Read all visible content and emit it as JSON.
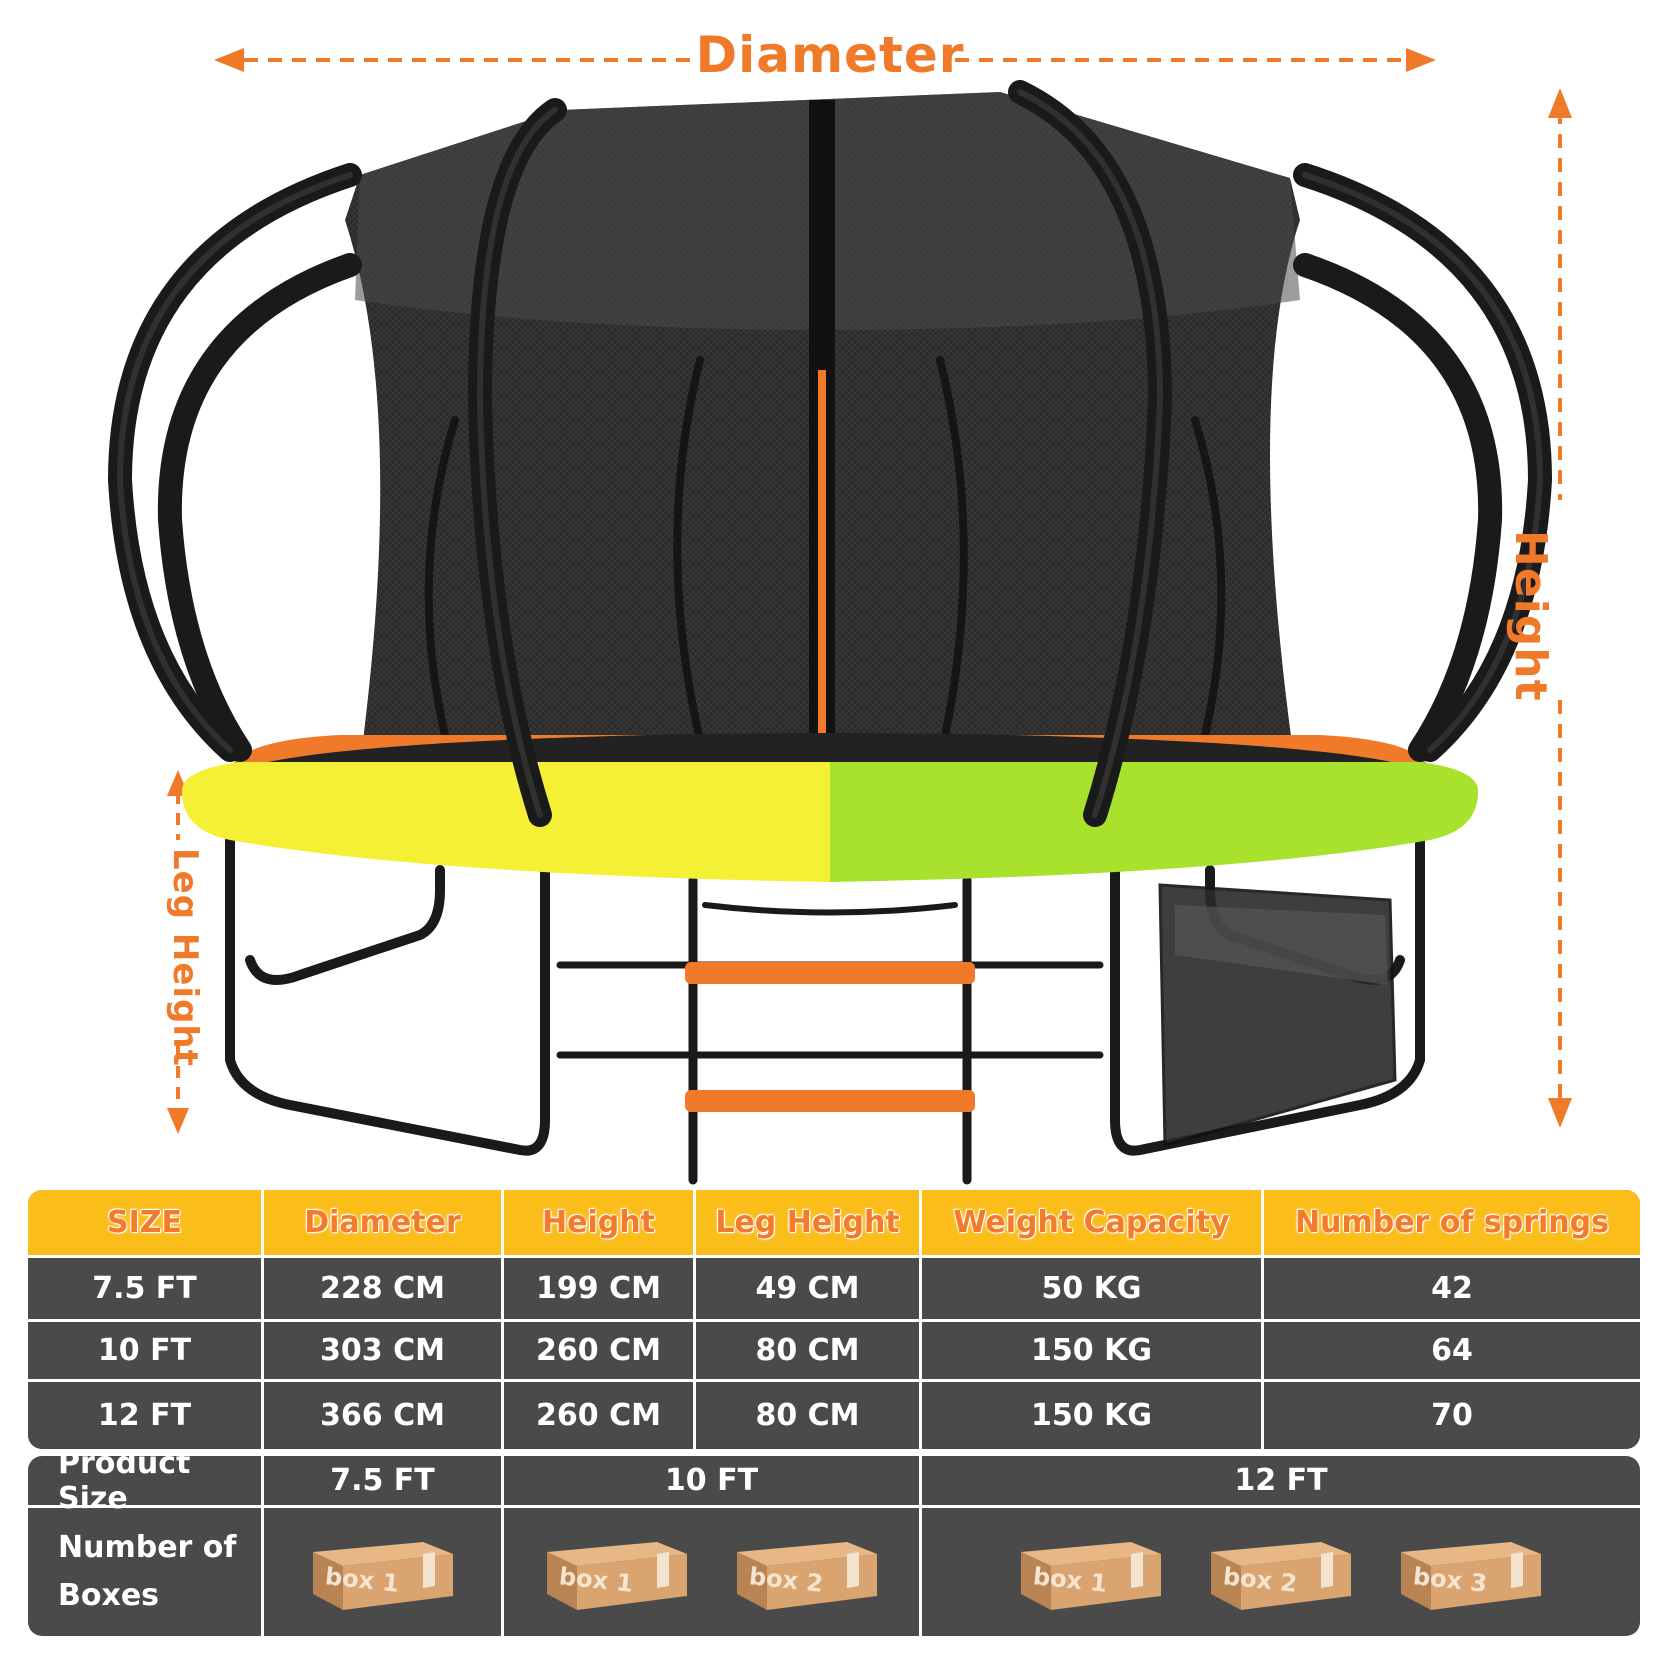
{
  "dimensions": {
    "diameter": "Diameter",
    "height": "Height",
    "leg_height": "Leg Height"
  },
  "colors": {
    "accent_orange": "#f07a2a",
    "header_yellow": "#fbbd1a",
    "row_gray": "#4a4a4a",
    "pad_yellow": "#f3f036",
    "pad_green": "#a8e22c",
    "cardboard": "#d9a46f"
  },
  "spec_table": {
    "headers": [
      "SIZE",
      "Diameter",
      "Height",
      "Leg Height",
      "Weight Capacity",
      "Number of springs"
    ],
    "rows": [
      [
        "7.5 FT",
        "228 CM",
        "199 CM",
        "49 CM",
        "50 KG",
        "42"
      ],
      [
        "10 FT",
        "303 CM",
        "260 CM",
        "80 CM",
        "150 KG",
        "64"
      ],
      [
        "12 FT",
        "366 CM",
        "260 CM",
        "80 CM",
        "150 KG",
        "70"
      ]
    ]
  },
  "boxes_table": {
    "product_size_label": "Product Size",
    "boxes_label_line1": "Number of",
    "boxes_label_line2": "Boxes",
    "sizes": [
      "7.5 FT",
      "10 FT",
      "12 FT"
    ],
    "box_labels": {
      "size_75": [
        "box 1"
      ],
      "size_10": [
        "box 1",
        "box 2"
      ],
      "size_12": [
        "box 1",
        "box 2",
        "box 3"
      ]
    }
  },
  "icons": [
    "dimension-arrow-icon",
    "cardboard-box-icon"
  ]
}
